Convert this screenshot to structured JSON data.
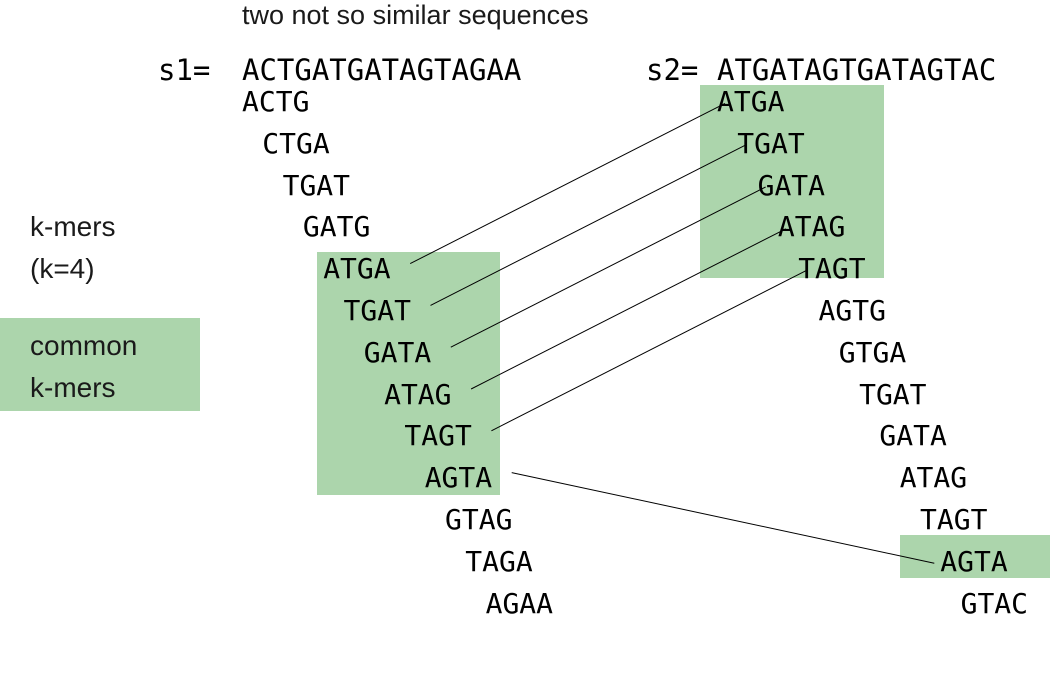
{
  "title": "two not so similar sequences",
  "s1": {
    "label": "s1=",
    "sequence": "ACTGATGATAGTAGAA"
  },
  "s2": {
    "label": "s2=",
    "sequence": "ATGATAGTGATAGTAC"
  },
  "kmers_label_line1": "k-mers",
  "kmers_label_line2": "(k=4)",
  "legend": {
    "line1": "common",
    "line2": "k-mers",
    "color": "#acd5ac"
  },
  "colors": {
    "common": "#000000",
    "plain": "#000000",
    "repeated": "#777777",
    "highlight": "#acd5ac",
    "link": "#000000"
  },
  "s1_kmers": [
    {
      "text": "ACTG",
      "state": "plain"
    },
    {
      "text": "CTGA",
      "state": "plain"
    },
    {
      "text": "TGAT",
      "state": "repeated"
    },
    {
      "text": "GATG",
      "state": "plain"
    },
    {
      "text": "ATGA",
      "state": "common"
    },
    {
      "text": "TGAT",
      "state": "common"
    },
    {
      "text": "GATA",
      "state": "common"
    },
    {
      "text": "ATAG",
      "state": "common"
    },
    {
      "text": "TAGT",
      "state": "common"
    },
    {
      "text": "AGTA",
      "state": "common"
    },
    {
      "text": "GTAG",
      "state": "repeated"
    },
    {
      "text": "TAGA",
      "state": "plain"
    },
    {
      "text": "AGAA",
      "state": "plain"
    }
  ],
  "s2_kmers": [
    {
      "text": "ATGA",
      "state": "common"
    },
    {
      "text": "TGAT",
      "state": "common"
    },
    {
      "text": "GATA",
      "state": "common"
    },
    {
      "text": "ATAG",
      "state": "common"
    },
    {
      "text": "TAGT",
      "state": "common"
    },
    {
      "text": "AGTG",
      "state": "plain"
    },
    {
      "text": "GTGA",
      "state": "plain"
    },
    {
      "text": "TGAT",
      "state": "repeated"
    },
    {
      "text": "GATA",
      "state": "repeated"
    },
    {
      "text": "ATAG",
      "state": "repeated"
    },
    {
      "text": "TAGT",
      "state": "repeated"
    },
    {
      "text": "AGTA",
      "state": "common"
    },
    {
      "text": "GTAC",
      "state": "plain"
    }
  ],
  "links": [
    {
      "from": "s1_kmers.4",
      "to": "s2_kmers.0",
      "kmer": "ATGA"
    },
    {
      "from": "s1_kmers.5",
      "to": "s2_kmers.1",
      "kmer": "TGAT"
    },
    {
      "from": "s1_kmers.6",
      "to": "s2_kmers.2",
      "kmer": "GATA"
    },
    {
      "from": "s1_kmers.7",
      "to": "s2_kmers.3",
      "kmer": "ATAG"
    },
    {
      "from": "s1_kmers.8",
      "to": "s2_kmers.4",
      "kmer": "TAGT"
    },
    {
      "from": "s1_kmers.9",
      "to": "s2_kmers.11",
      "kmer": "AGTA"
    }
  ]
}
